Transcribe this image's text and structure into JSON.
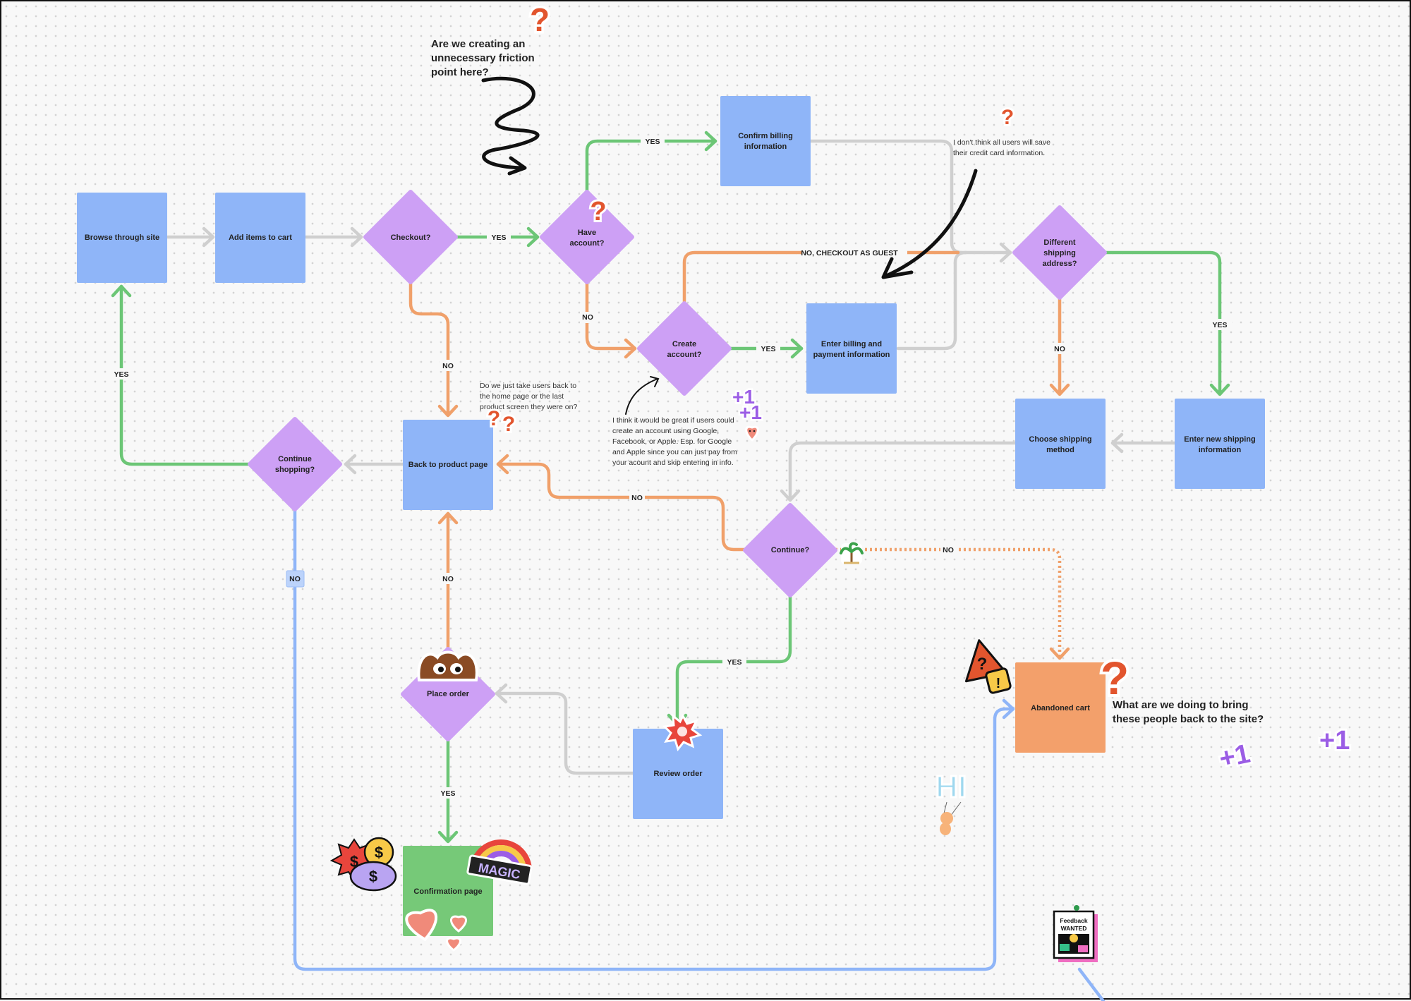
{
  "nodes": {
    "browse": "Browse through site",
    "add_items": "Add items to cart",
    "checkout": "Checkout?",
    "have_account": [
      "Have",
      "account?"
    ],
    "confirm_billing": [
      "Confirm billing",
      "information"
    ],
    "create_account": [
      "Create",
      "account?"
    ],
    "enter_billing": [
      "Enter billing and",
      "payment information"
    ],
    "different_shipping": [
      "Different",
      "shipping",
      "address?"
    ],
    "choose_shipping": [
      "Choose shipping",
      "method"
    ],
    "enter_new_shipping": [
      "Enter new shipping",
      "information"
    ],
    "back_to_product": "Back to product page",
    "continue_shopping": [
      "Continue",
      "shopping?"
    ],
    "continue": "Continue?",
    "abandoned_cart": "Abandoned cart",
    "place_order": "Place order",
    "review_order": "Review order",
    "confirmation": "Confirmation page"
  },
  "edge_labels": {
    "yes": "YES",
    "no": "NO",
    "no_checkout_guest": "NO, CHECKOUT AS GUEST"
  },
  "comments": {
    "friction": [
      "Are we creating an",
      "unnecessary friction",
      "point here?"
    ],
    "credit_card": [
      "I don't think all users will save",
      "their credit card information."
    ],
    "home_page": [
      "Do we just take users back to",
      "the home page or the last",
      "product screen they were on?"
    ],
    "social_login": [
      "I think it would be great if users could",
      "create an account using Google,",
      "Facebook, or Apple. Esp. for Google",
      "and Apple since you can just pay from",
      "your acount and skip entering in info."
    ],
    "bring_back": [
      "What are we doing to bring",
      "these people back to the site?"
    ]
  },
  "stickers": {
    "question_mark": "?",
    "plus_one": "+1",
    "magic": "MAGIC",
    "hi": "HI",
    "dollar": "$",
    "warning": "!",
    "feedback": [
      "Feedback",
      "WANTED"
    ]
  },
  "colors": {
    "process_box": "#8fb5f8",
    "decision": "#cda0f5",
    "yes_edge": "#6cc676",
    "no_edge": "#f0a06a",
    "neutral_edge": "#cfcfcf",
    "abandoned": "#f3a06b",
    "confirmation": "#76c978",
    "blue_edge": "#8fb5f8"
  }
}
